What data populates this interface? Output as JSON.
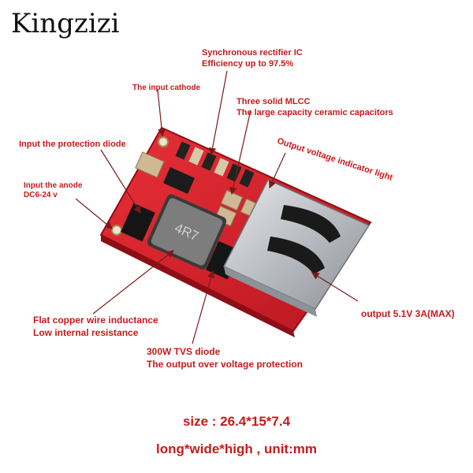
{
  "brand": "Kingzizi",
  "callouts": {
    "sync_rectifier_1": "Synchronous rectifier IC",
    "sync_rectifier_2": "Efficiency up to 97.5%",
    "input_cathode": "The input cathode",
    "mlcc_1": "Three solid MLCC",
    "mlcc_2": "The large capacity ceramic capacitors",
    "protection_diode": "Input the protection diode",
    "output_indicator": "Output voltage indicator light",
    "input_anode_1": "Input the anode",
    "input_anode_2": "DC6-24 v",
    "output": "output 5.1V  3A(MAX)",
    "inductance_1": "Flat copper wire inductance",
    "inductance_2": "Low internal resistance",
    "tvs_1": "300W TVS diode",
    "tvs_2": "The output over voltage protection"
  },
  "inductor_marking": "4R7",
  "footer": {
    "size": "size : 26.4*15*7.4",
    "units": "long*wide*high , unit:mm"
  },
  "colors": {
    "pcb": "#d8202a",
    "callout_text": "#c81a1a",
    "arrow": "#7a1a1a"
  }
}
